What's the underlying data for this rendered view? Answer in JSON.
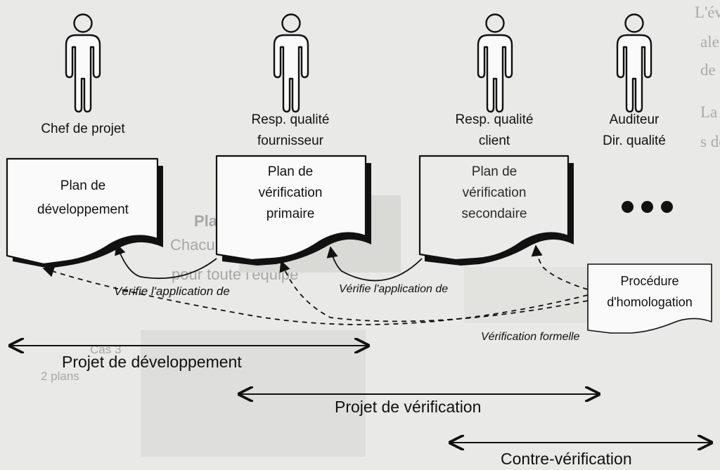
{
  "background_text": {
    "line_1": "L'évaluation du rapport de projet ne s'arrête pas avec le projet. Outre, le tri",
    "line_2": "ale fin du projet apporte des enseignements précieux, mais l'appréciation ré",
    "line_3": "de la qualité du produit livré, plus tard, en cours de l'utilisation.",
    "line_4": "La coordination des différents plans selon la position du pl",
    "line_5": "s de l'e"
  },
  "ghost_text": {
    "plans_heading": "Plans internes :",
    "plans_line_1": "Chacun peut pla",
    "plans_line_2": "pour toute l'équipe",
    "cas_line_1": "Cas 3",
    "cas_line_2": "2 plans"
  },
  "actors": [
    {
      "id": "chef",
      "lines": [
        "Chef de projet"
      ]
    },
    {
      "id": "rq-fournisseur",
      "lines": [
        "Resp. qualité",
        "fournisseur"
      ]
    },
    {
      "id": "rq-client",
      "lines": [
        "Resp. qualité",
        "client"
      ]
    },
    {
      "id": "auditeur",
      "lines": [
        "Auditeur",
        "Dir. qualité"
      ]
    }
  ],
  "documents": [
    {
      "id": "plan-dev",
      "lines": [
        "Plan de",
        "développement"
      ]
    },
    {
      "id": "plan-verif-primaire",
      "lines": [
        "Plan de",
        "vérification",
        "primaire"
      ]
    },
    {
      "id": "plan-verif-secondaire",
      "lines": [
        "Plan de",
        "vérification",
        "secondaire"
      ]
    },
    {
      "id": "procedure",
      "lines": [
        "Procédure",
        "d'homologation"
      ]
    }
  ],
  "annotations": {
    "verifie_1": "Vérifie l'application de",
    "verifie_2": "Vérifie l'application de",
    "verification_formelle": "Vérification formelle"
  },
  "spans": {
    "projet_developpement": "Projet de développement",
    "projet_verification": "Projet de vérification",
    "contre_verification": "Contre-vérification"
  },
  "colors": {
    "background": "#e9e9e7",
    "ink": "#111111",
    "ghost": "#a7a7a7"
  },
  "icons": {
    "actor": "person-icon",
    "continuation": "ellipsis-icon"
  }
}
